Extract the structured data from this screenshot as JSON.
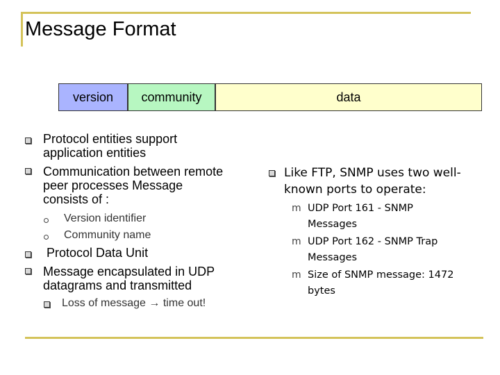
{
  "title": "Message Format",
  "format": {
    "version": "version",
    "community": "community",
    "data": "data"
  },
  "left": {
    "b1": [
      "Protocol entities support",
      "application entities"
    ],
    "b2": [
      "Communication between remote",
      "peer processes Message",
      "consists of :"
    ],
    "sub1": "Version identifier",
    "sub2": "Community name",
    "b3": "Protocol Data Unit",
    "b4": [
      "Message encapsulated in UDP",
      "datagrams and transmitted"
    ],
    "sub3_before": "Loss of message",
    "sub3_arrow": "→",
    "sub3_after": "time out!"
  },
  "right": {
    "main": [
      "Like FTP, SNMP uses two well-",
      "known ports to operate:"
    ],
    "items": [
      [
        "UDP Port 161 - SNMP",
        "Messages"
      ],
      [
        "UDP Port 162 - SNMP Trap",
        "Messages"
      ],
      [
        "Size of SNMP message: 1472",
        "bytes"
      ]
    ]
  },
  "colors": {
    "accent_line": "#d4c35a",
    "version_box": "#aab4ff",
    "community_box": "#b7f7c1",
    "data_box": "#ffffcc"
  }
}
